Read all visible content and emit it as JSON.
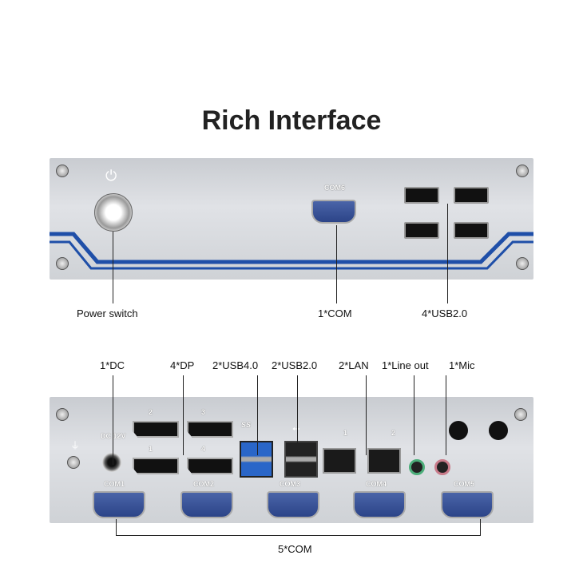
{
  "title": "Rich Interface",
  "front": {
    "com_port_label": "COM6",
    "callouts": [
      "Power switch",
      "1*COM",
      "4*USB2.0"
    ],
    "accent_color": "#1f4fa8"
  },
  "rear": {
    "callouts": [
      "1*DC",
      "4*DP",
      "2*USB4.0",
      "2*USB2.0",
      "2*LAN",
      "1*Line out",
      "1*Mic"
    ],
    "dc_label": "DC 12V",
    "dp_labels": [
      "2",
      "3",
      "1",
      "4"
    ],
    "lan_labels": [
      "1",
      "2"
    ],
    "usb3_logo": "SS",
    "com_labels": [
      "COM1",
      "COM2",
      "COM3",
      "COM4",
      "COM5"
    ],
    "bottom_callout": "5*COM"
  }
}
